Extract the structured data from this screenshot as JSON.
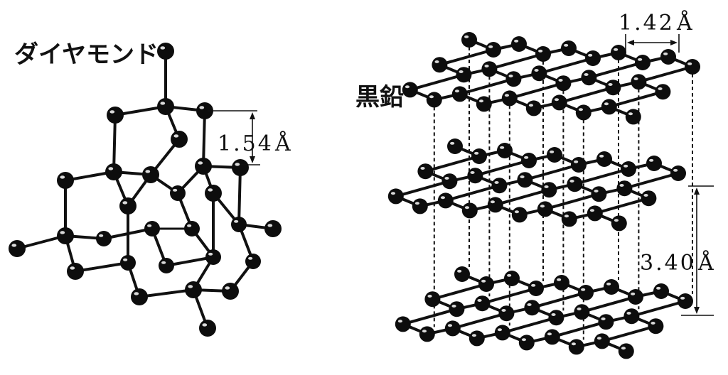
{
  "diamond": {
    "title": "ダイヤモンド",
    "bond_length": "1.54",
    "unit": "Å"
  },
  "graphite": {
    "title": "黒鉛",
    "bond_length": "1.42",
    "layer_spacing": "3.40",
    "unit": "Å"
  },
  "colors": {
    "atom": "#0d0d0d",
    "bond": "#111111",
    "background": "#ffffff"
  }
}
